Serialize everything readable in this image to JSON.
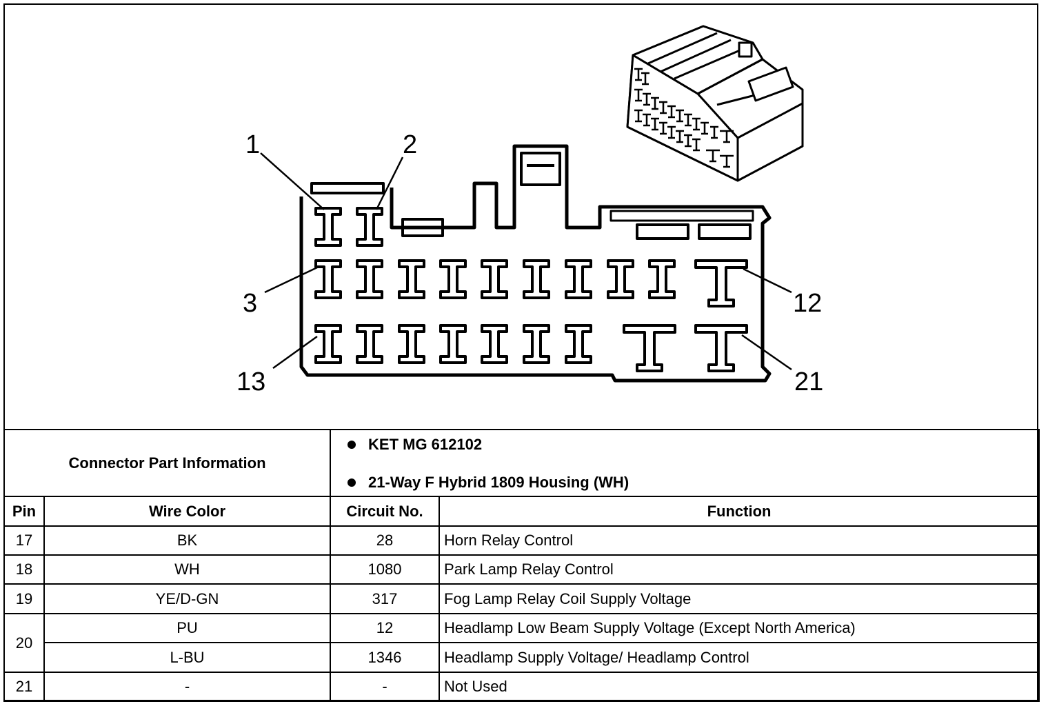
{
  "pin_callouts": {
    "p1": "1",
    "p2": "2",
    "p3": "3",
    "p12": "12",
    "p13": "13",
    "p21": "21"
  },
  "part_info": {
    "label": "Connector Part Information",
    "items": [
      "KET MG 612102",
      "21-Way F Hybrid 1809 Housing (WH)"
    ]
  },
  "table": {
    "headers": [
      "Pin",
      "Wire Color",
      "Circuit No.",
      "Function"
    ],
    "rows": [
      {
        "pin": "17",
        "wire_color": "BK",
        "circuit": "28",
        "function": "Horn Relay Control"
      },
      {
        "pin": "18",
        "wire_color": "WH",
        "circuit": "1080",
        "function": "Park Lamp Relay Control"
      },
      {
        "pin": "19",
        "wire_color": "YE/D-GN",
        "circuit": "317",
        "function": "Fog Lamp Relay Coil Supply Voltage"
      },
      {
        "pin": "20",
        "wire_color": "PU",
        "circuit": "12",
        "function": "Headlamp Low Beam Supply Voltage (Except North America)"
      },
      {
        "pin": "",
        "wire_color": "L-BU",
        "circuit": "1346",
        "function": "Headlamp Supply Voltage/ Headlamp Control"
      },
      {
        "pin": "21",
        "wire_color": "-",
        "circuit": "-",
        "function": "Not Used"
      }
    ]
  }
}
